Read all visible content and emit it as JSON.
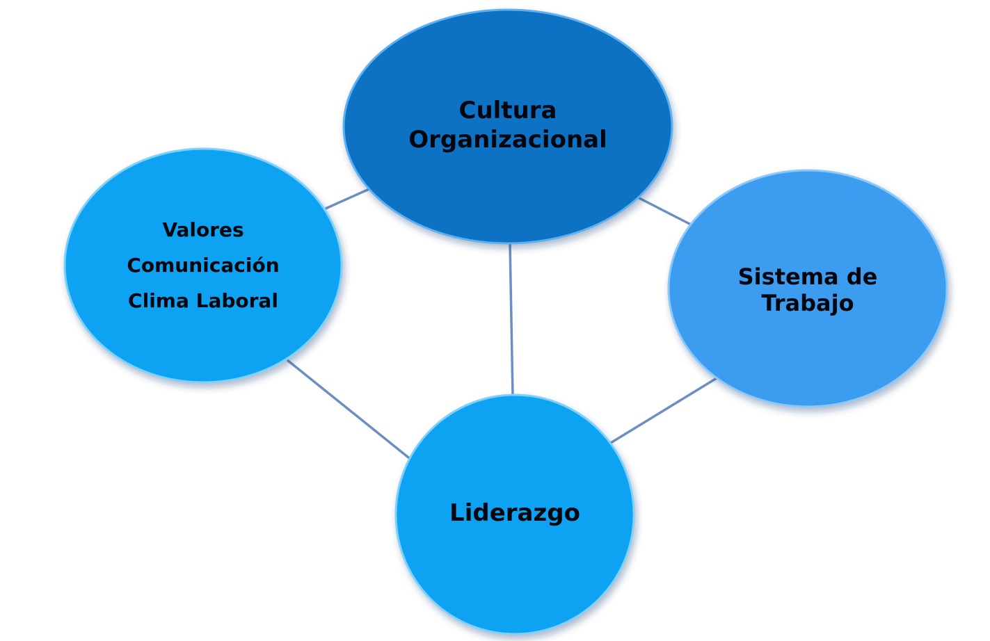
{
  "diagram": {
    "nodes": {
      "cultura": {
        "lines": [
          "Cultura",
          "Organizacional"
        ],
        "color": "#0a72c4"
      },
      "valores": {
        "lines": [
          "Valores",
          "Comunicación",
          "Clima Laboral"
        ],
        "color": "#0aa2f2"
      },
      "sistema": {
        "lines": [
          "Sistema de",
          "Trabajo"
        ],
        "color": "#3a9cf0"
      },
      "liderazgo": {
        "lines": [
          "Liderazgo"
        ],
        "color": "#0aa2f2"
      }
    }
  }
}
